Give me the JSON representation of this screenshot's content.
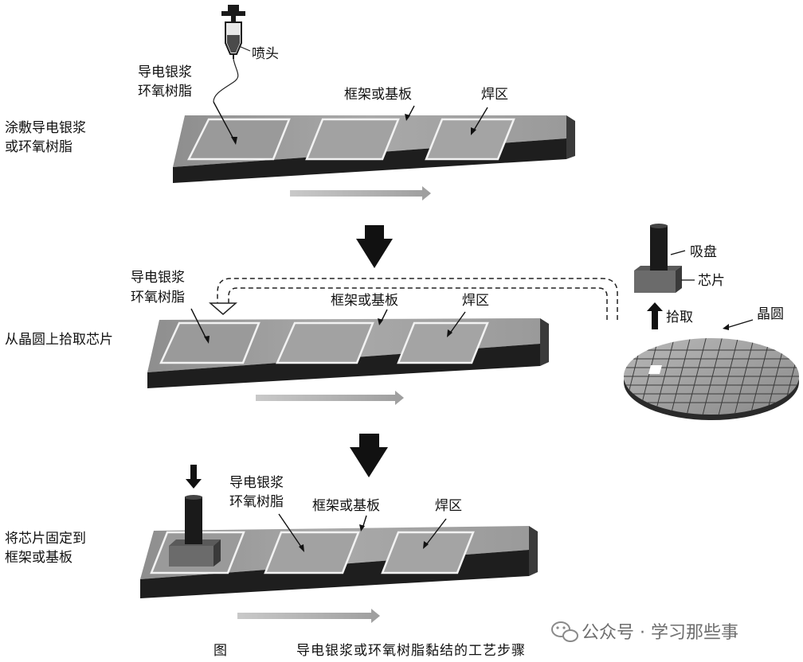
{
  "step1": {
    "side_label": [
      "涂敷导电银浆",
      "或环氧树脂"
    ],
    "nozzle_label": "喷头",
    "paste_label": [
      "导电银浆",
      "环氧树脂"
    ],
    "frame_label": "框架或基板",
    "pad_label": "焊区"
  },
  "step2": {
    "side_label": [
      "从晶圆上拾取芯片"
    ],
    "paste_label": [
      "导电银浆",
      "环氧树脂"
    ],
    "frame_label": "框架或基板",
    "pad_label": "焊区",
    "suction_label": "吸盘",
    "chip_label": "芯片",
    "pick_label": "拾取",
    "wafer_label": "晶圆"
  },
  "step3": {
    "side_label": [
      "将芯片固定到",
      "框架或基板"
    ],
    "paste_label": [
      "导电银浆",
      "环氧树脂"
    ],
    "frame_label": "框架或基板",
    "pad_label": "焊区"
  },
  "caption": {
    "fig": "图",
    "title": "导电银浆或环氧树脂黏结的工艺步骤"
  },
  "watermark": "公众号 · 学习那些事"
}
